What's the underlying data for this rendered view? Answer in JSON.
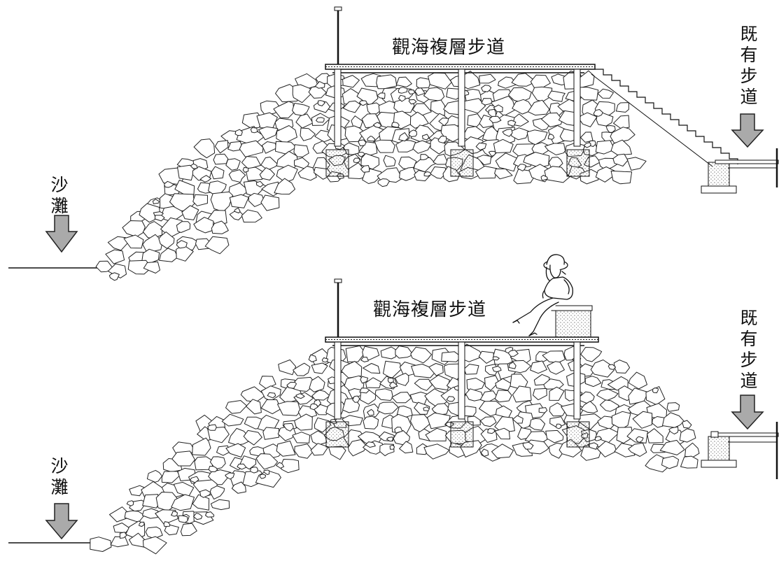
{
  "sections": [
    {
      "boardwalk_label": "觀海複層步道",
      "existing_path_label": "既有步道",
      "beach_label": "沙灘"
    },
    {
      "boardwalk_label": "觀海複層步道",
      "existing_path_label": "既有步道",
      "beach_label": "沙灘"
    }
  ],
  "colors": {
    "line": "#111111",
    "arrow_fill": "#aaaaaa",
    "background": "#ffffff"
  },
  "icons": [
    "down-arrow-icon",
    "seated-woman-figure"
  ]
}
